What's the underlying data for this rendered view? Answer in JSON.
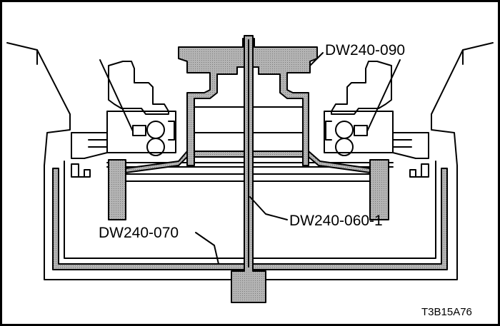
{
  "figure": {
    "labels": {
      "tool_top": "DW240-090",
      "tool_shaft": "DW240-060-1",
      "tool_cup": "DW240-070"
    },
    "reference_code": "T3B15A76",
    "colors": {
      "ink": "#000000",
      "paper": "#ffffff",
      "hatch": "#a8a8a8"
    }
  }
}
